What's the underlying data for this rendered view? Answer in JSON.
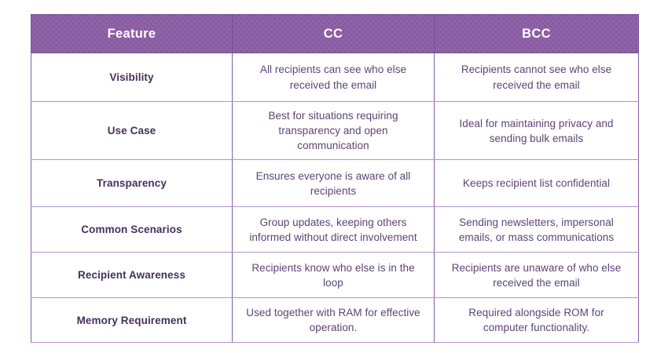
{
  "table": {
    "columns": [
      "Feature",
      "CC",
      "BCC"
    ],
    "rows": [
      {
        "feature": "Visibility",
        "cc": "All recipients can see who else received the email",
        "bcc": "Recipients cannot see who else received the email"
      },
      {
        "feature": "Use Case",
        "cc": "Best for situations requiring transparency and open communication",
        "bcc": "Ideal for maintaining privacy and sending bulk emails"
      },
      {
        "feature": "Transparency",
        "cc": "Ensures everyone is aware of all recipients",
        "bcc": "Keeps recipient list confidential"
      },
      {
        "feature": "Common Scenarios",
        "cc": "Group updates, keeping others informed without direct involvement",
        "bcc": "Sending newsletters, impersonal emails, or mass communications"
      },
      {
        "feature": "Recipient Awareness",
        "cc": "Recipients know who else is in the loop",
        "bcc": "Recipients are unaware of who else received the email"
      },
      {
        "feature": "Memory Requirement",
        "cc": "Used together with RAM for effective operation.",
        "bcc": "Required alongside ROM for computer functionality."
      }
    ]
  },
  "colors": {
    "header_background": "#8e62a7",
    "header_text": "#ffffff",
    "border": "#8a5ea4",
    "inner_border": "#b491c6",
    "feature_text": "#45305c",
    "value_text": "#5d4375",
    "page_background": "#ffffff"
  }
}
